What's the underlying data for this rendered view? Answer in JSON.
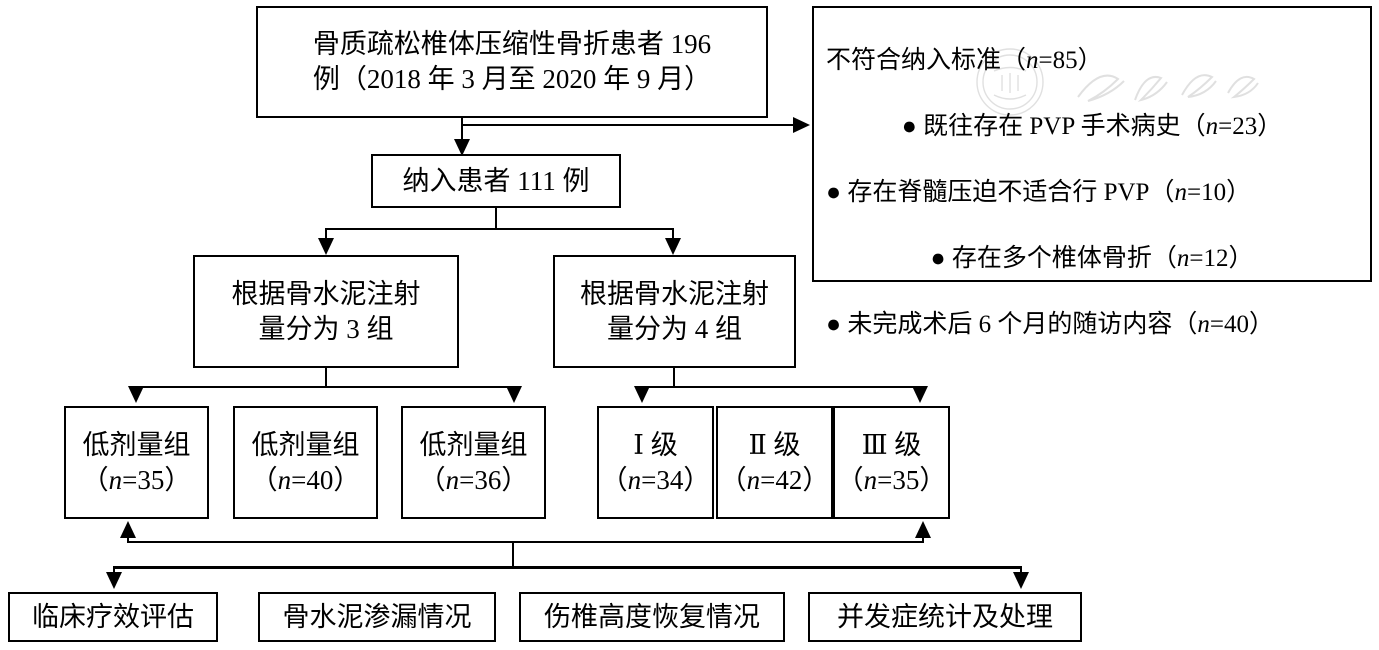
{
  "diagram": {
    "title": "Patient enrollment and grouping flowchart",
    "line_color": "#000000",
    "background": "#ffffff"
  },
  "nodes": {
    "source": {
      "line1": "骨质疏松椎体压缩性骨折患者 196",
      "line2": "例（2018 年 3 月至 2020 年 9 月）"
    },
    "enrolled": {
      "label": "纳入患者 111 例"
    },
    "group_left": {
      "line1": "根据骨水泥注射",
      "line2": "量分为 3 组"
    },
    "group_right": {
      "line1": "根据骨水泥注射",
      "line2": "量分为 4 组"
    }
  },
  "exclusion": {
    "heading": "不符合纳入标准（n=85）",
    "items": [
      "● 既往存在 PVP 手术病史（n=23）",
      "● 存在脊髓压迫不适合行 PVP（n=10）",
      "● 存在多个椎体骨折（n=12）",
      "● 未完成术后 6 个月的随访内容（n=40）"
    ],
    "counts": {
      "total": 85,
      "prior_pvp": 23,
      "cord_compression": 10,
      "multiple_fractures": 12,
      "lost_followup": 40
    }
  },
  "dose_groups": [
    {
      "name": "低剂量组",
      "n_label": "（n=35）",
      "n": 35
    },
    {
      "name": "低剂量组",
      "n_label": "（n=40）",
      "n": 40
    },
    {
      "name": "低剂量组",
      "n_label": "（n=36）",
      "n": 36
    }
  ],
  "grade_groups": [
    {
      "name": "Ⅰ 级",
      "n_label": "（n=34）",
      "n": 34
    },
    {
      "name": "Ⅱ 级",
      "n_label": "（n=42）",
      "n": 42
    },
    {
      "name": "Ⅲ 级",
      "n_label": "（n=35）",
      "n": 35
    }
  ],
  "outcomes": [
    {
      "label": "临床疗效评估"
    },
    {
      "label": "骨水泥渗漏情况"
    },
    {
      "label": "伤椎高度恢复情况"
    },
    {
      "label": "并发症统计及处理"
    }
  ],
  "totals": {
    "screened": 196,
    "enrolled": 111
  }
}
